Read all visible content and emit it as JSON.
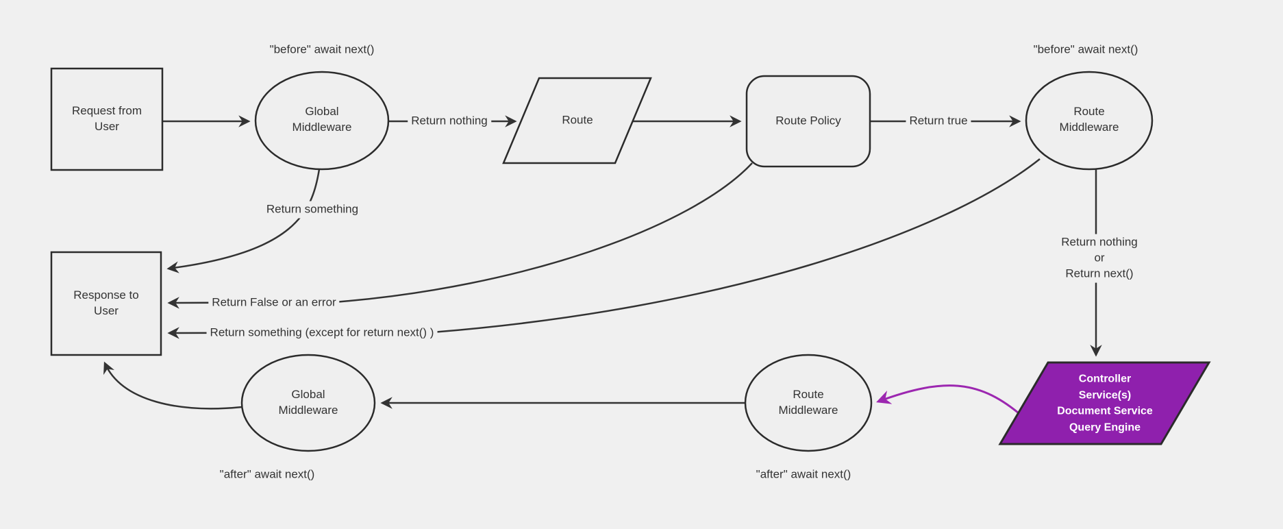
{
  "diagram_type": "flowchart",
  "colors": {
    "background": "#f0f0f0",
    "node_fill": "#efefef",
    "node_stroke": "#2b2b2b",
    "edge_stroke": "#333333",
    "text": "#333333",
    "controller_fill": "#8f20ad",
    "controller_text": "#ffffff",
    "purple_edge": "#9c27b0"
  },
  "nodes": {
    "request": {
      "label": "Request from\nUser",
      "shape": "rectangle"
    },
    "global_mw_top": {
      "label": "Global\nMiddleware",
      "shape": "ellipse"
    },
    "route": {
      "label": "Route",
      "shape": "parallelogram"
    },
    "route_policy": {
      "label": "Route Policy",
      "shape": "rounded-rectangle"
    },
    "route_mw_top": {
      "label": "Route\nMiddleware",
      "shape": "ellipse"
    },
    "response": {
      "label": "Response to\nUser",
      "shape": "rectangle"
    },
    "controller": {
      "label": "Controller\nService(s)\nDocument Service\nQuery Engine",
      "shape": "parallelogram"
    },
    "route_mw_bottom": {
      "label": "Route\nMiddleware",
      "shape": "ellipse"
    },
    "global_mw_bottom": {
      "label": "Global\nMiddleware",
      "shape": "ellipse"
    }
  },
  "edge_labels": {
    "before_await_left": "\"before\" await next()",
    "before_await_right": "\"before\" await next()",
    "return_nothing": "Return nothing",
    "return_true": "Return true",
    "return_something": "Return something",
    "return_false_or_error": "Return False or an error",
    "return_something_except": "Return something (except for return next() )",
    "return_nothing_or_next": "Return nothing\nor\nReturn next()",
    "after_await_left": "\"after\" await next()",
    "after_await_right": "\"after\" await next()"
  }
}
